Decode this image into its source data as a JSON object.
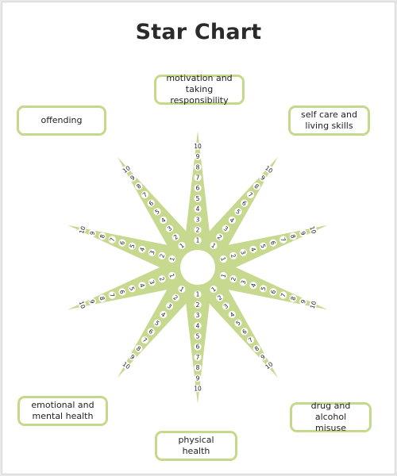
{
  "title": "Star Chart",
  "colors": {
    "star_fill": "#c6d98f",
    "box_border": "#c4d98a",
    "dot_fill": "#ffffff",
    "text": "#222222"
  },
  "scale": {
    "min": 1,
    "max": 10,
    "values": [
      "1",
      "2",
      "3",
      "4",
      "5",
      "6",
      "7",
      "8",
      "9",
      "10"
    ]
  },
  "areas": [
    {
      "id": "motivation",
      "label": "motivation and\ntaking responsibility"
    },
    {
      "id": "self-care",
      "label": "self care and\nliving skills"
    },
    {
      "id": "drug-alcohol",
      "label": "drug and alcohol\nmisuse"
    },
    {
      "id": "physical",
      "label": "physical\nhealth"
    },
    {
      "id": "emotional",
      "label": "emotional and\nmental health"
    },
    {
      "id": "offending",
      "label": "offending"
    }
  ]
}
